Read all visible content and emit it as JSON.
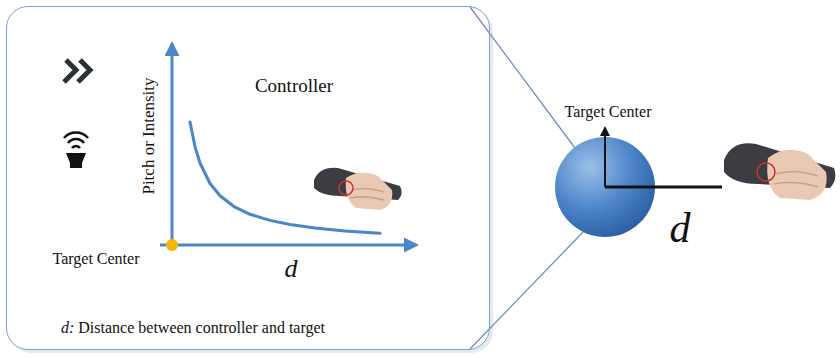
{
  "diagram": {
    "nodes": [
      {
        "text": [
          "Pitch or Intensity",
          "Controller",
          "Target Center",
          "d",
          "d: Distance between controller and target"
        ]
      }
    ],
    "labels": [
      "Target Center",
      "d"
    ]
  }
}
